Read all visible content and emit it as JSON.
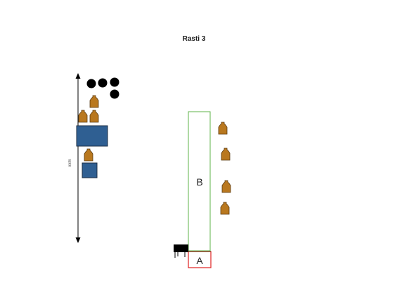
{
  "diagram": {
    "title": "Rasti 3",
    "dimension_label": "xxm",
    "zone_b_label": "B",
    "zone_a_label": "A",
    "colors": {
      "zone_b_border": "#5fb34a",
      "zone_a_border": "#e02020",
      "block_fill": "#2f5f92",
      "target_fill": "#b9781f",
      "plate_fill": "#000000",
      "arrow": "#000000"
    },
    "icons": {
      "steel_plate": "black-circle-target",
      "paper_target": "brown-bottle-shaped-target",
      "barrel": "blue-rectangle-barricade",
      "table": "black-table-start-position"
    }
  }
}
